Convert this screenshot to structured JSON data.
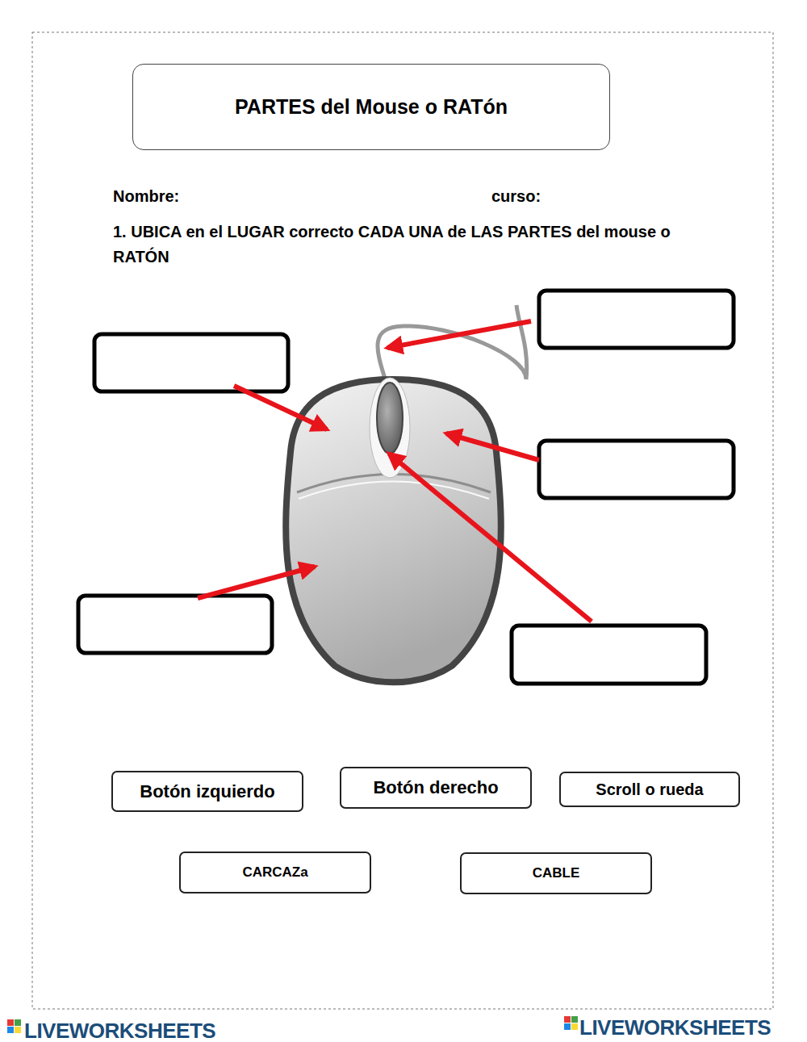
{
  "diagram": {
    "title": "PARTES del Mouse o RATón",
    "nodes": [
      {
        "text": [
          "Botón izquierdo"
        ]
      },
      {
        "text": [
          "Botón derecho"
        ]
      },
      {
        "text": [
          "Scroll o rueda"
        ]
      },
      {
        "text": [
          "CARCAZa"
        ]
      },
      {
        "text": [
          "CABLE"
        ]
      }
    ],
    "labels": [
      "Nombre:",
      "curso:",
      "1. UBICA en el LUGAR correcto CADA UNA de LAS PARTES del mouse o RATÓN",
      "LIVEWORKSHEETS",
      "LIVEWORKSHEETS"
    ]
  }
}
